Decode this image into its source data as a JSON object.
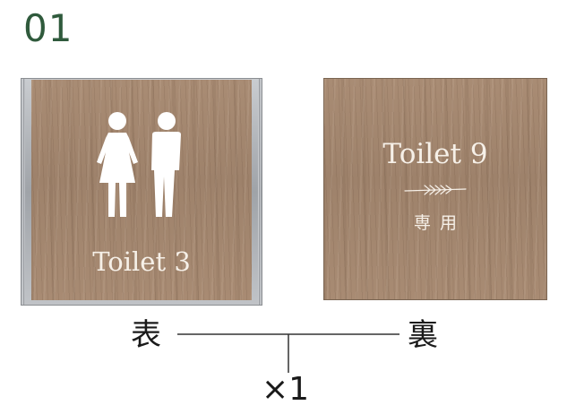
{
  "item_number": "01",
  "front_sign": {
    "pictogram": "restroom-man-woman-icon",
    "name": "Toilet 3"
  },
  "back_sign": {
    "name": "Toilet 9",
    "ornament": "leaf-sprig-icon",
    "exclusive": "専用"
  },
  "labels": {
    "front": "表",
    "back": "裏",
    "quantity": "×1"
  },
  "colors": {
    "item_number": "#2f5a3c",
    "wood": "#a28670",
    "sign_text": "#f6f0e8",
    "frame": "#9fa3a8",
    "label_text": "#1a1a1a"
  }
}
